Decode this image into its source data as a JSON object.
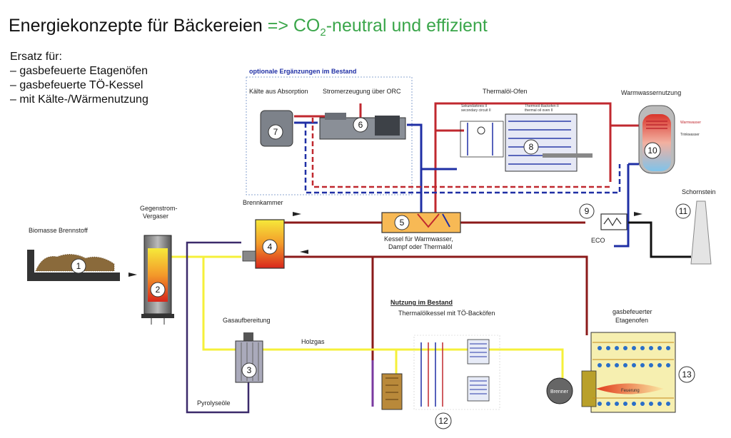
{
  "title": {
    "main": "Energiekonzepte für Bäckereien",
    "arrow_part": "=> CO",
    "sub": "2",
    "rest": "-neutral und effizient"
  },
  "intro": {
    "heading": "Ersatz für:",
    "items": [
      "–  gasbefeuerte Etagenöfen",
      "–  gasbefeuerte TÖ-Kessel",
      "–  mit Kälte-/Wärmenutzung"
    ]
  },
  "labels": {
    "optional_header": "optionale Ergänzungen im Bestand",
    "absorption": "Kälte aus Absorption",
    "orc": "Stromerzeugung über ORC",
    "thermal_oven": "Thermalöl-Ofen",
    "secondary_circuit": "Sekundärkreis II",
    "secondary_circuit_en": "secondary circuit II",
    "thermoil_oven": "Thermoöl-Backofen II",
    "thermoil_oven_en": "thermal oil oven II",
    "warm_water_use": "Warmwassernutzung",
    "warmwasser": "Warmwasser",
    "trinkwasser": "Trinkwasser",
    "chimney": "Schornstein",
    "combustion_chamber": "Brennkammer",
    "gasifier_1": "Gegenstrom-",
    "gasifier_2": "Vergaser",
    "biomass": "Biomasse Brennstoff",
    "boiler_1": "Kessel für Warmwasser,",
    "boiler_2": "Dampf oder Thermalöl",
    "eco": "ECO",
    "gas_treatment": "Gasaufbereitung",
    "wood_gas": "Holzgas",
    "pyrolysis_oils": "Pyrolyseöle",
    "existing_use": "Nutzung im Bestand",
    "to_boiler": "Thermalölkessel mit TÖ-Backöfen",
    "etage_1": "gasbefeuerter",
    "etage_2": "Etagenofen",
    "burner": "Brenner",
    "firing": "Feuerung"
  },
  "numbers": [
    "1",
    "2",
    "3",
    "4",
    "5",
    "6",
    "7",
    "8",
    "9",
    "10",
    "11",
    "12",
    "13"
  ],
  "colors": {
    "red": "#c0282f",
    "darkred": "#8b1a1a",
    "blue": "#1f2fa5",
    "yellow": "#f5f03a",
    "purple": "#3b2a6b",
    "green": "#3aa64a"
  }
}
